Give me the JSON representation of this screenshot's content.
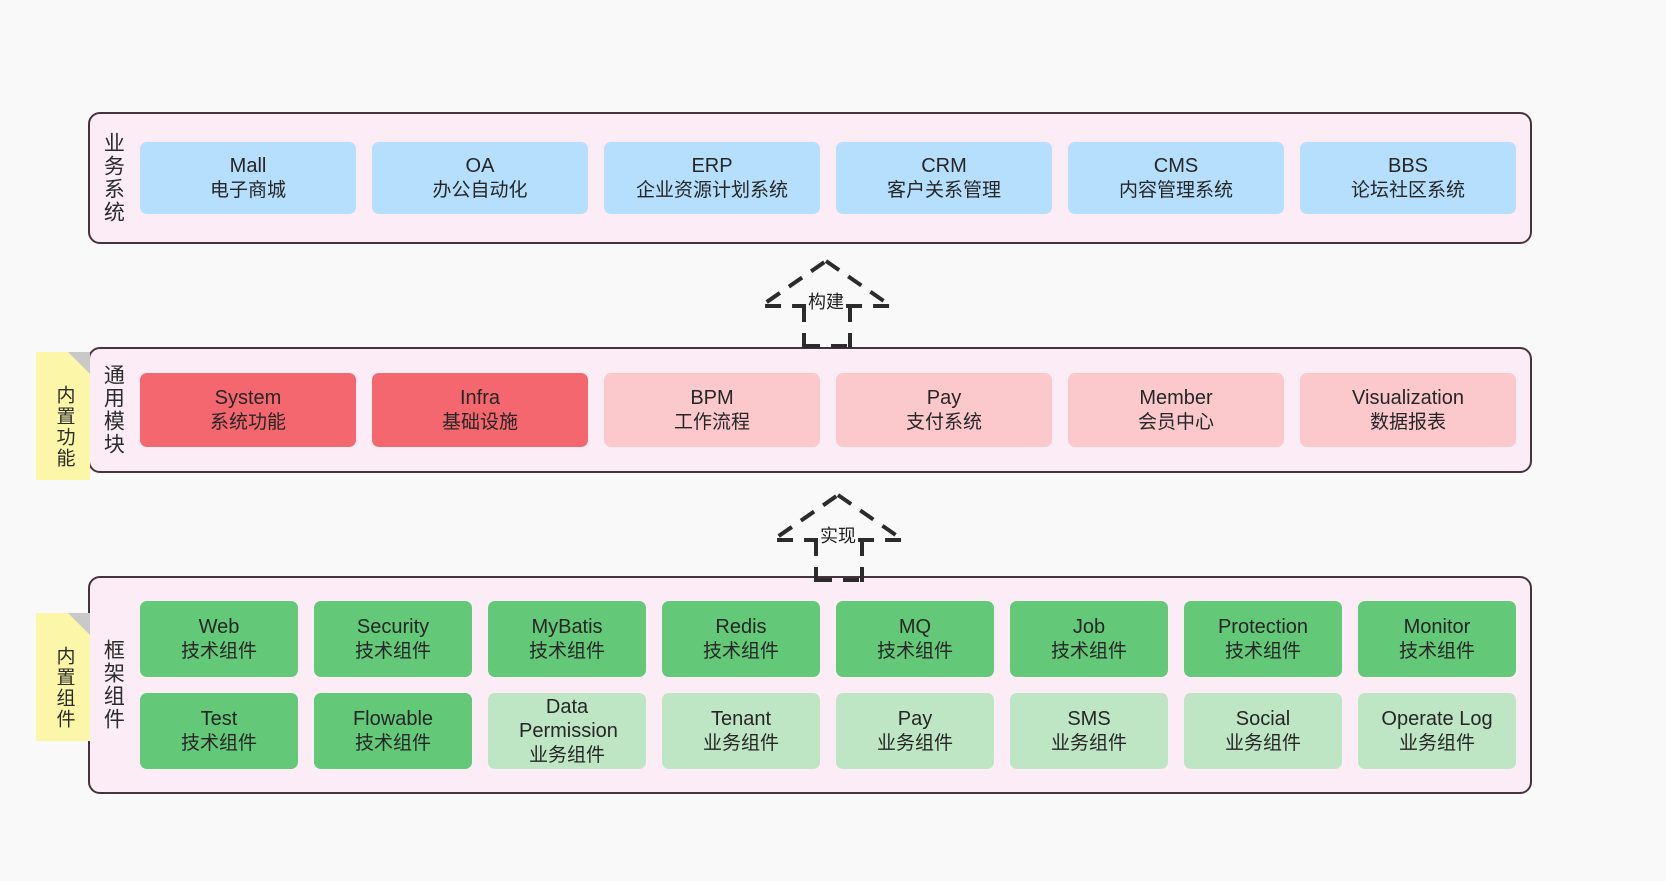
{
  "diagram": {
    "title_hidden": "",
    "background": "#f9f9f9",
    "layers": [
      {
        "id": "business-system",
        "label": "业务系统",
        "band_color": "#fbecf5",
        "border_color": "#46343c",
        "nodes": [
          {
            "name": "Mall",
            "sub": "电子商城",
            "color": "#b5dffc",
            "style": "blue"
          },
          {
            "name": "OA",
            "sub": "办公自动化",
            "color": "#b5dffc",
            "style": "blue"
          },
          {
            "name": "ERP",
            "sub": "企业资源计划系统",
            "color": "#b5dffc",
            "style": "blue"
          },
          {
            "name": "CRM",
            "sub": "客户关系管理",
            "color": "#b5dffc",
            "style": "blue"
          },
          {
            "name": "CMS",
            "sub": "内容管理系统",
            "color": "#b5dffc",
            "style": "blue"
          },
          {
            "name": "BBS",
            "sub": "论坛社区系统",
            "color": "#b5dffc",
            "style": "blue"
          }
        ]
      },
      {
        "id": "common-module",
        "label": "通用模块",
        "sticky": "内置功能",
        "band_color": "#fbecf5",
        "border_color": "#46343c",
        "nodes": [
          {
            "name": "System",
            "sub": "系统功能",
            "color": "#f4676e",
            "style": "red"
          },
          {
            "name": "Infra",
            "sub": "基础设施",
            "color": "#f4676e",
            "style": "red"
          },
          {
            "name": "BPM",
            "sub": "工作流程",
            "color": "#fbc8cc",
            "style": "pink"
          },
          {
            "name": "Pay",
            "sub": "支付系统",
            "color": "#fbc8cc",
            "style": "pink"
          },
          {
            "name": "Member",
            "sub": "会员中心",
            "color": "#fbc8cc",
            "style": "pink"
          },
          {
            "name": "Visualization",
            "sub": "数据报表",
            "color": "#fbc8cc",
            "style": "pink"
          }
        ]
      },
      {
        "id": "framework-component",
        "label": "框架组件",
        "sticky": "内置组件",
        "band_color": "#fbecf5",
        "border_color": "#46343c",
        "rows": [
          [
            {
              "name": "Web",
              "sub": "技术组件",
              "color": "#63c878",
              "style": "green"
            },
            {
              "name": "Security",
              "sub": "技术组件",
              "color": "#63c878",
              "style": "green"
            },
            {
              "name": "MyBatis",
              "sub": "技术组件",
              "color": "#63c878",
              "style": "green"
            },
            {
              "name": "Redis",
              "sub": "技术组件",
              "color": "#63c878",
              "style": "green"
            },
            {
              "name": "MQ",
              "sub": "技术组件",
              "color": "#63c878",
              "style": "green"
            },
            {
              "name": "Job",
              "sub": "技术组件",
              "color": "#63c878",
              "style": "green"
            },
            {
              "name": "Protection",
              "sub": "技术组件",
              "color": "#63c878",
              "style": "green"
            },
            {
              "name": "Monitor",
              "sub": "技术组件",
              "color": "#63c878",
              "style": "green"
            }
          ],
          [
            {
              "name": "Test",
              "sub": "技术组件",
              "color": "#63c878",
              "style": "green"
            },
            {
              "name": "Flowable",
              "sub": "技术组件",
              "color": "#63c878",
              "style": "green"
            },
            {
              "name": "Data Permission",
              "sub": "业务组件",
              "color": "#bee6c5",
              "style": "lightgreen"
            },
            {
              "name": "Tenant",
              "sub": "业务组件",
              "color": "#bee6c5",
              "style": "lightgreen"
            },
            {
              "name": "Pay",
              "sub": "业务组件",
              "color": "#bee6c5",
              "style": "lightgreen"
            },
            {
              "name": "SMS",
              "sub": "业务组件",
              "color": "#bee6c5",
              "style": "lightgreen"
            },
            {
              "name": "Social",
              "sub": "业务组件",
              "color": "#bee6c5",
              "style": "lightgreen"
            },
            {
              "name": "Operate Log",
              "sub": "业务组件",
              "color": "#bee6c5",
              "style": "lightgreen"
            }
          ]
        ]
      }
    ],
    "arrows": [
      {
        "id": "arrow-build",
        "label": "构建",
        "from": "common-module",
        "to": "business-system",
        "style": "dashed-hollow-triangle"
      },
      {
        "id": "arrow-implement",
        "label": "实现",
        "from": "framework-component",
        "to": "common-module",
        "style": "dashed-hollow-triangle"
      }
    ]
  }
}
